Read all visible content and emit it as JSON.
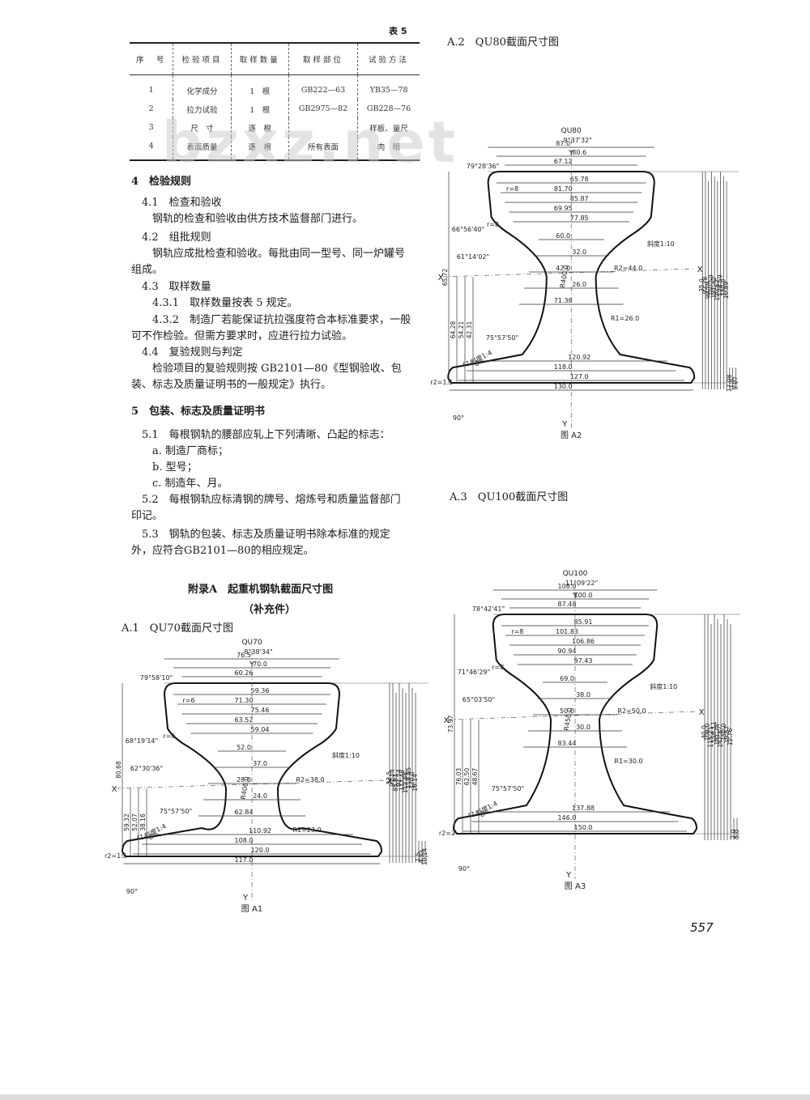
{
  "table5": {
    "caption": "表 5",
    "headers": [
      "序　号",
      "检验项目",
      "取样数量",
      "取样部位",
      "试验方法"
    ],
    "rows": [
      [
        "1",
        "化学成分",
        "1　根",
        "GB222—63",
        "YB35—78"
      ],
      [
        "2",
        "拉力试验",
        "1　根",
        "GB2975—82",
        "GB228—76"
      ],
      [
        "3",
        "尺　寸",
        "逐　根",
        "",
        "样板、量尺"
      ],
      [
        "4",
        "表面质量",
        "逐　根",
        "所有表面",
        "肉　眼"
      ]
    ]
  },
  "watermark": "bzxz.net",
  "sections": {
    "s4_title": "4　检验规则",
    "s4_1_title": "4.1　检查和验收",
    "s4_1_body": "钢轨的检查和验收由供方技术监督部门进行。",
    "s4_2_title": "4.2　组批规则",
    "s4_2_body_1": "钢轨应成批检查和验收。每批由同一型号、同一炉罐号",
    "s4_2_body_2": "组成。",
    "s4_3_title": "4.3　取样数量",
    "s4_3_1": "4.3.1　取样数量按表 5 规定。",
    "s4_3_2_a": "4.3.2　制造厂若能保证抗拉强度符合本标准要求，一般",
    "s4_3_2_b": "可不作检验。但需方要求时，应进行拉力试验。",
    "s4_4_title": "4.4　复验规则与判定",
    "s4_4_body_1": "检验项目的复验规则按 GB2101—80《型钢验收、包",
    "s4_4_body_2": "装、标志及质量证明书的一般规定》执行。",
    "s5_title": "5　包装、标志及质量证明书",
    "s5_1": "5.1　每根钢轨的腰部应轧上下列清晰、凸起的标志：",
    "s5_1_a": "a. 制造厂商标；",
    "s5_1_b": "b. 型号；",
    "s5_1_c": "c. 制造年、月。",
    "s5_2_a": "5.2　每根钢轨应标清钢的牌号、熔炼号和质量监督部门",
    "s5_2_b": "印记。",
    "s5_3_a": "5.3　钢轨的包装、标志及质量证明书除本标准的规定",
    "s5_3_b": "外，应符合GB2101—80的相应规定。"
  },
  "appendix": {
    "title": "附录A　起重机钢轨截面尺寸图",
    "subtitle": "（补充件）",
    "a1_heading": "A.1　QU70截面尺寸图",
    "a2_heading": "A.2　QU80截面尺寸图",
    "a3_heading": "A.3　QU100截面尺寸图"
  },
  "figures": {
    "a1": {
      "model": "QU70",
      "caption": "图 A1",
      "angle_top": "8°38'34\"",
      "flange_angle": "79°58'10\"",
      "angle_2": "68°19'14\"",
      "angle_3": "62°30'36\"",
      "angle_foot": "75°57'50\"",
      "widths": [
        "76.5",
        "70.0",
        "60.26",
        "59.36",
        "71.30",
        "75.46",
        "63.52",
        "59.04",
        "52.0",
        "37.0",
        "28.0",
        "24.0",
        "62.84",
        "110.92",
        "108.0",
        "120.0",
        "117.0"
      ],
      "radii": [
        "r=6",
        "r=6",
        "R400.0",
        "R2=38.0",
        "R1=23.0",
        "r1=6",
        "r2=1.5"
      ],
      "slope_right": "斜度1:10",
      "slope_left": "斜度1:4",
      "heights_left": [
        "80.68",
        "59.32",
        "52.07",
        "38.16"
      ],
      "heights_right": [
        "32.5",
        "91.14",
        "85.81",
        "91.74",
        "113.48",
        "112.88",
        "118.85",
        "120.0",
        "16.14",
        "1.5",
        "4.33",
        "10.14"
      ],
      "axis_x": "X",
      "axis_y": "Y",
      "corner_angle": "90°"
    },
    "a2": {
      "model": "QU80",
      "caption": "图 A2",
      "angle_top": "9°37'32\"",
      "flange_angle": "79°28'36\"",
      "angle_2": "66°56'40\"",
      "angle_3": "61°14'02\"",
      "angle_foot": "75°57'50\"",
      "widths": [
        "87.0",
        "80.6",
        "67.12",
        "65.78",
        "81.70",
        "85.87",
        "69.95",
        "77.85",
        "60.0",
        "32.0",
        "42.0",
        "26.0",
        "71.38",
        "120.92",
        "118.0",
        "127.0",
        "130.0"
      ],
      "radii": [
        "r=8",
        "r=8",
        "R400.0",
        "R2=44.0",
        "R1=26.0",
        "r1=6",
        "r2=1.5"
      ],
      "slope_right": "斜度1:10",
      "slope_left": "斜度1:4",
      "heights_left": [
        "65.72",
        "64.28",
        "54.21",
        "42.31"
      ],
      "heights_right": [
        "35.0",
        "92.78",
        "99.79",
        "100.59",
        "121.42",
        "120.62",
        "128.59",
        "130.0",
        "10.89",
        "17.08",
        "1.5",
        "5.07"
      ],
      "axis_x": "X",
      "axis_y": "Y",
      "corner_angle": "90°"
    },
    "a3": {
      "model": "QU100",
      "caption": "图 A3",
      "angle_top": "11°09'22\"",
      "flange_angle": "78°42'41\"",
      "angle_2": "71°46'29\"",
      "angle_3": "65°03'50\"",
      "angle_foot": "75°57'50\"",
      "widths": [
        "108.0",
        "100.0",
        "87.48",
        "85.91",
        "101.83",
        "106.86",
        "90.94",
        "97.43",
        "69.0",
        "38.0",
        "50.0",
        "30.0",
        "83.44",
        "137.88",
        "146.0",
        "150.0"
      ],
      "radii": [
        "r=8",
        "r=8",
        "R450.0",
        "R2=50.0",
        "R1=30.0",
        "r1=6",
        "r2=2"
      ],
      "slope_right": "斜度1:10",
      "slope_left": "斜度1:4",
      "heights_left": [
        "73.97",
        "76.03",
        "62.50",
        "48.67"
      ],
      "heights_right": [
        "40.0",
        "108.0",
        "115.11",
        "116.11",
        "141.74",
        "147.87",
        "150.0",
        "19.57",
        "12.76",
        "2.0",
        "5.0"
      ],
      "axis_x": "X",
      "axis_y": "Y",
      "corner_angle": "90°"
    }
  },
  "page_number": "557"
}
